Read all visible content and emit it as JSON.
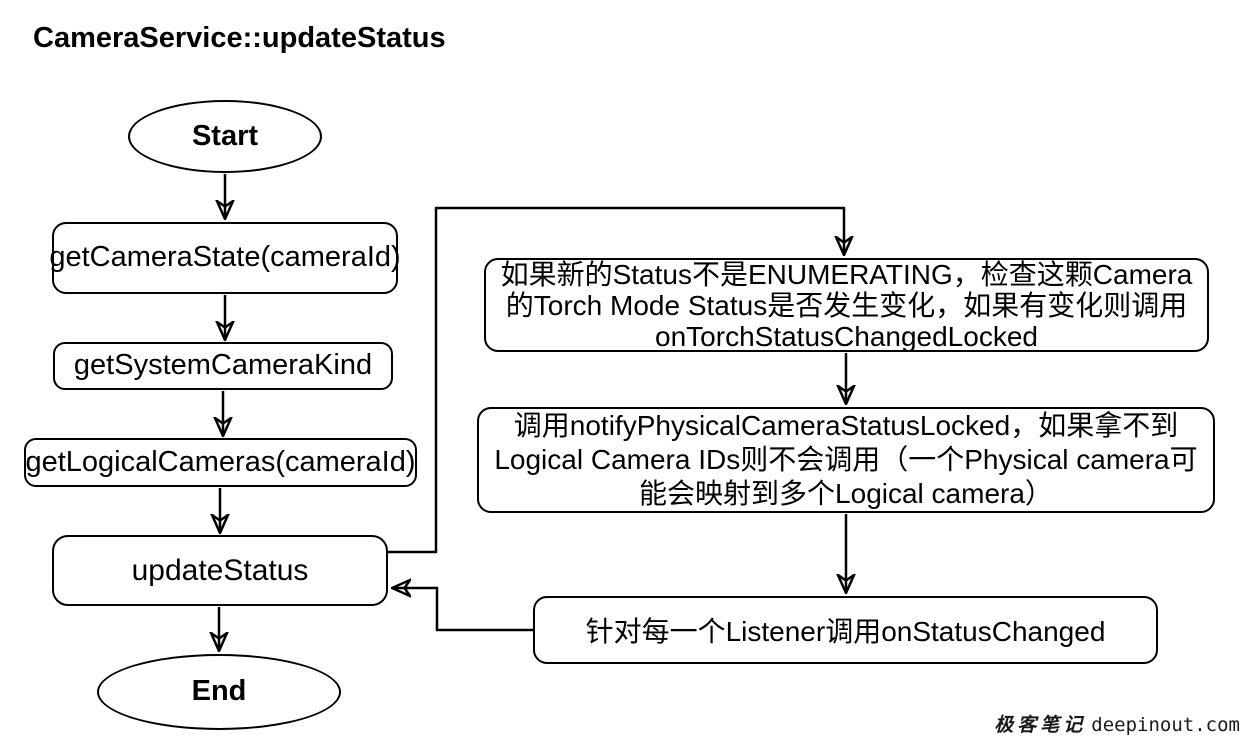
{
  "title": "CameraService::updateStatus",
  "colors": {
    "stroke": "#000000",
    "text": "#000000",
    "background": "#ffffff"
  },
  "flow": {
    "start": "Start",
    "get_camera_state": "getCameraState(cameraId)",
    "get_system_camera_kind": "getSystemCameraKind",
    "get_logical_cameras": "getLogicalCameras(cameraId)",
    "update_status": "updateStatus",
    "end": "End"
  },
  "notes": {
    "torch_check": {
      "lines": [
        "如果新的Status不是ENUMERATING，检查这颗Camera",
        "的Torch Mode Status是否发生变化，如果有变化则调用",
        "onTorchStatusChangedLocked"
      ]
    },
    "notify_physical": {
      "lines": [
        "调用notifyPhysicalCameraStatusLocked，如果拿不到",
        "Logical Camera IDs则不会调用（一个Physical camera可",
        "能会映射到多个Logical camera）"
      ]
    },
    "listener_call": {
      "label": "针对每一个Listener调用onStatusChanged"
    }
  },
  "watermark": {
    "brand": "极客笔记",
    "domain": "deepinout.com"
  }
}
